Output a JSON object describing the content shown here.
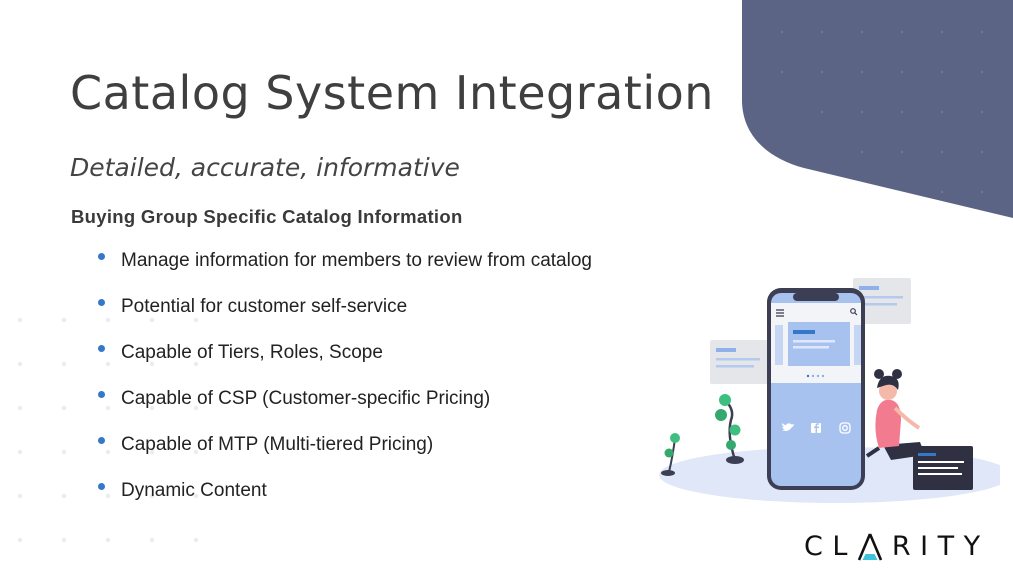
{
  "slide": {
    "title": "Catalog System Integration",
    "subtitle": "Detailed, accurate, informative",
    "section_heading": "Buying Group Specific Catalog Information",
    "bullets": [
      "Manage information for members to review from catalog",
      "Potential for customer self-service",
      "Capable of Tiers, Roles, Scope",
      "Capable of CSP (Customer-specific Pricing)",
      "Capable of MTP (Multi-tiered Pricing)",
      "Dynamic Content"
    ]
  },
  "logo": {
    "text": "CLARITY",
    "part_before": "CL",
    "part_after": "RITY"
  },
  "colors": {
    "corner_shape": "#5b6484",
    "bullet": "#3577c9",
    "title_text": "#3f3f3f",
    "phone_frame": "#3c3f53",
    "phone_screen": "#a8c2ef"
  },
  "icons": [
    "twitter-icon",
    "facebook-icon",
    "instagram-icon",
    "hamburger-menu-icon",
    "search-icon"
  ]
}
